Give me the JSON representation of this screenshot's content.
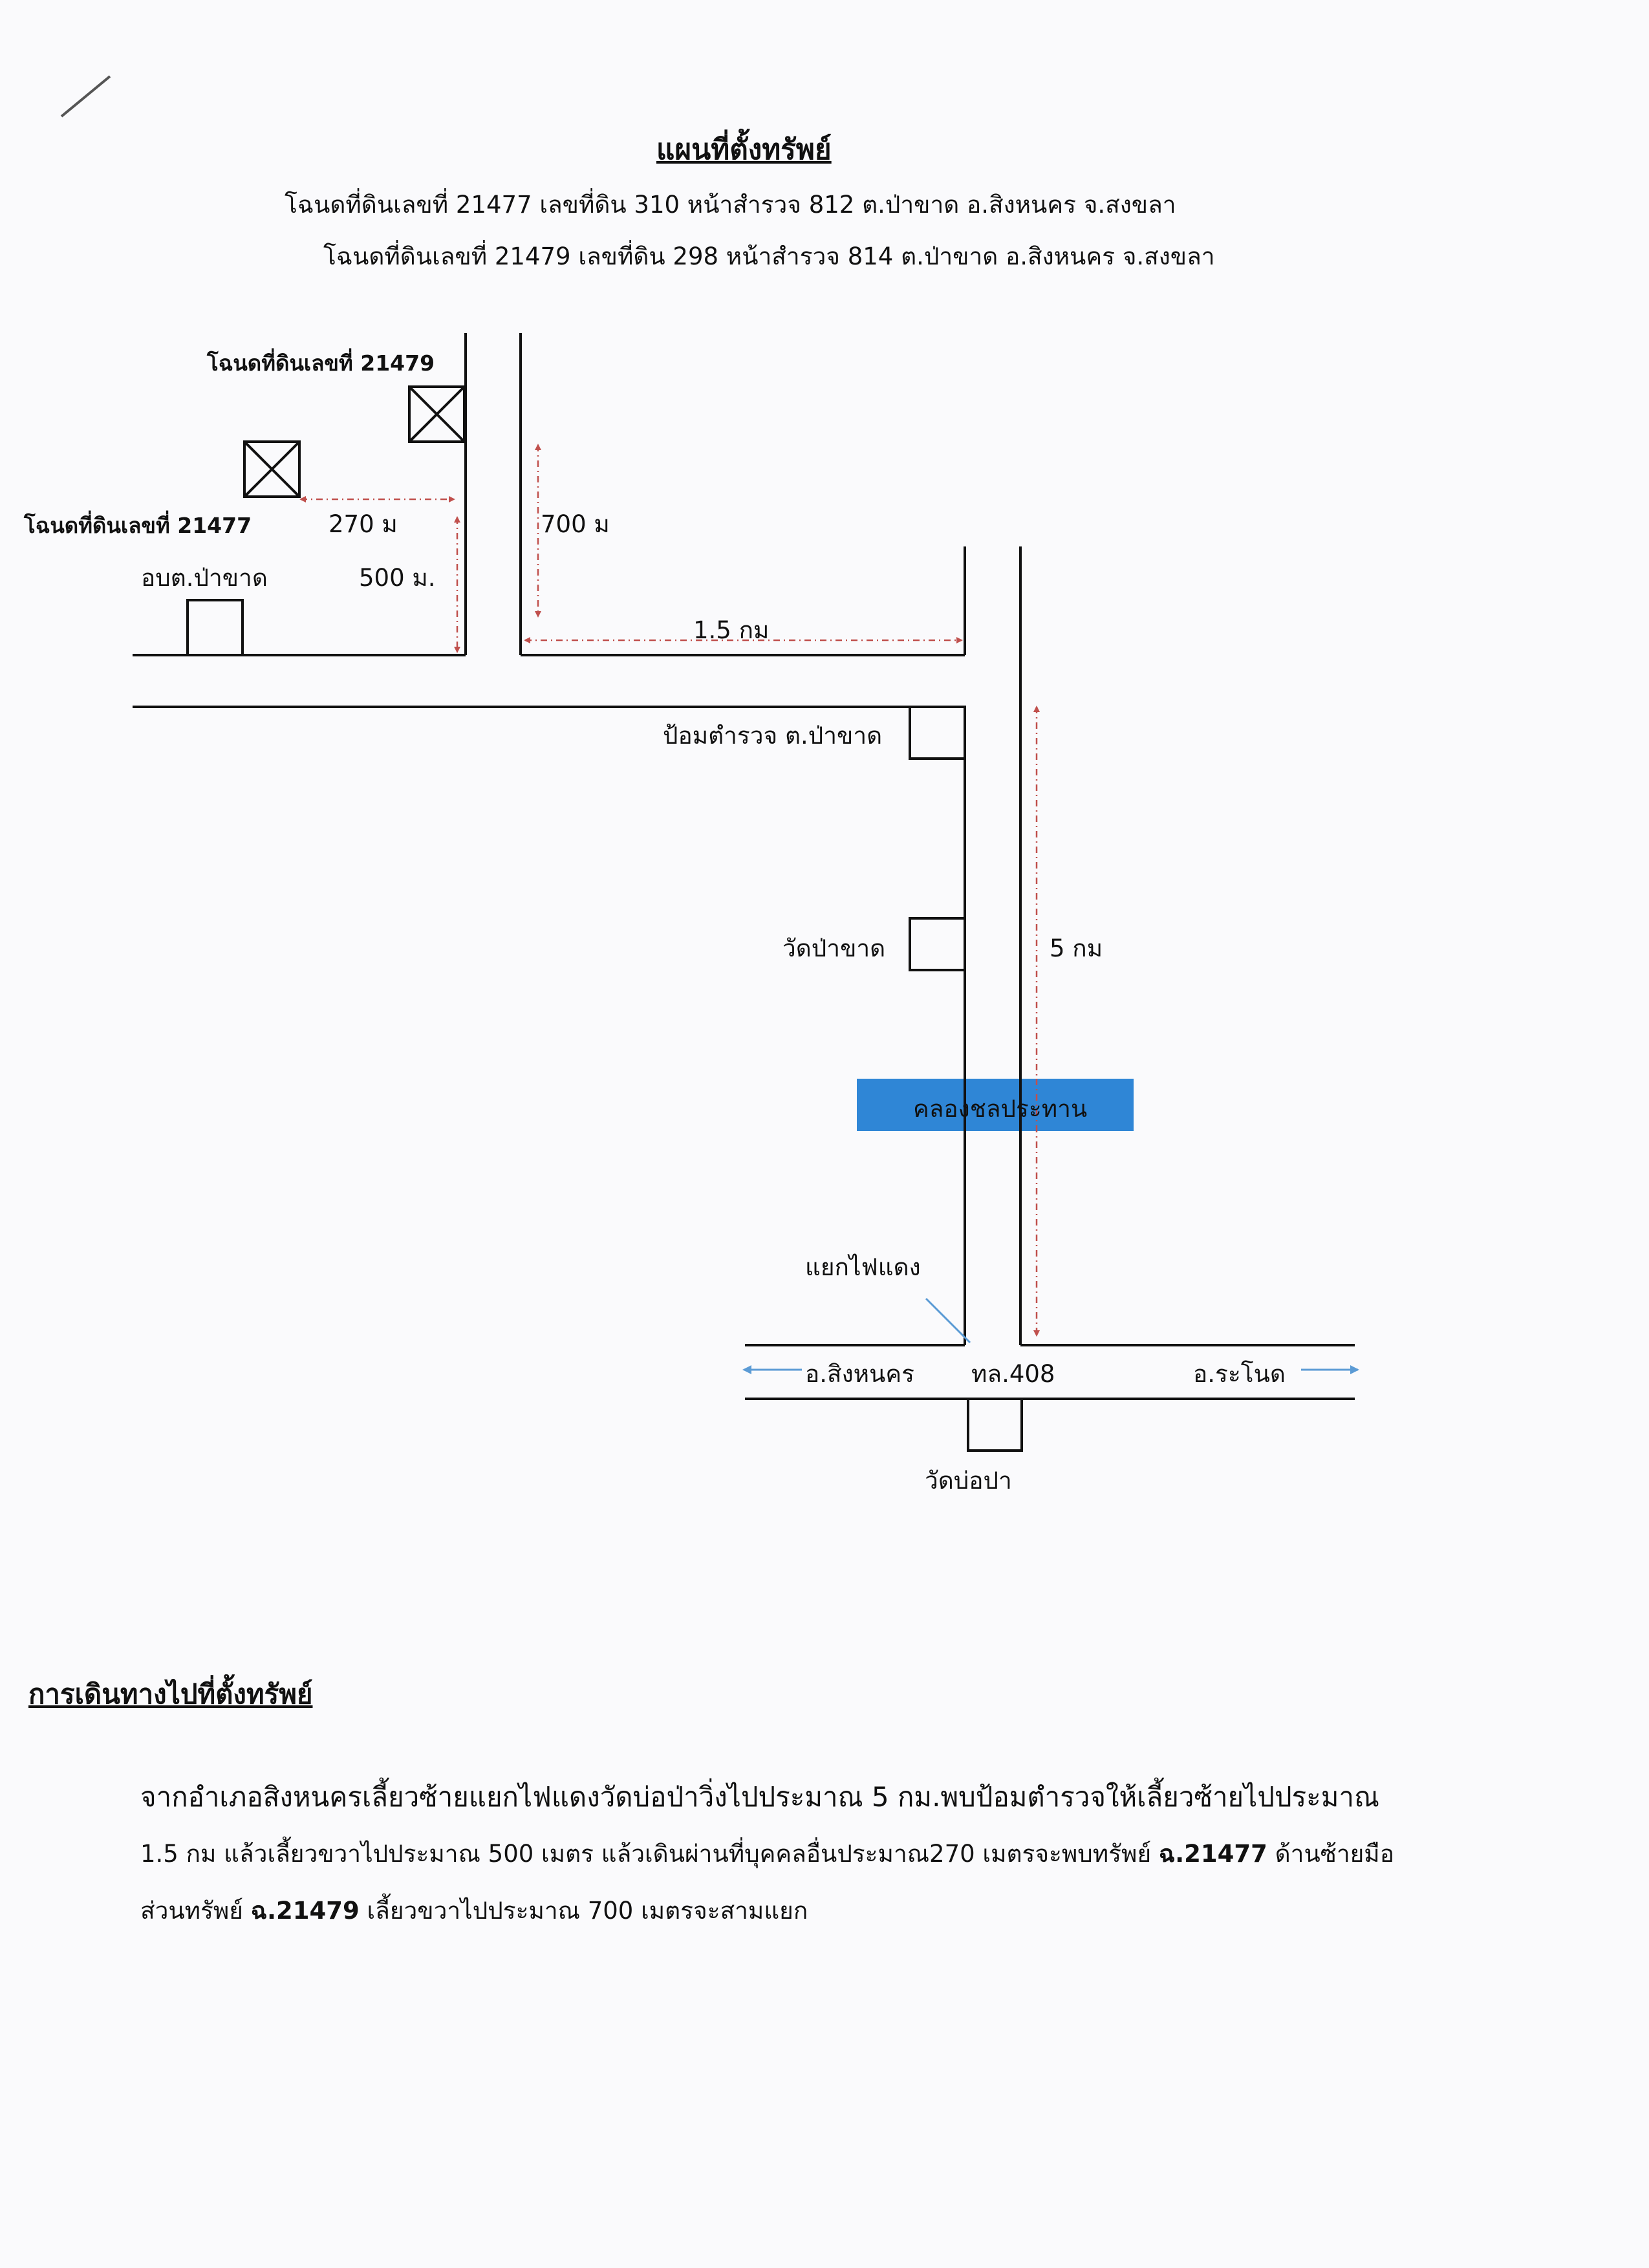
{
  "header": {
    "title": "แผนที่ตั้งทรัพย์",
    "line1": "โฉนดที่ดินเลขที่ 21477  เลขที่ดิน 310 หน้าสำรวจ 812 ต.ป่าขาด อ.สิงหนคร จ.สงขลา",
    "line2": "โฉนดที่ดินเลขที่ 21479 เลขที่ดิน 298 หน้าสำรวจ 814 ต.ป่าขาด อ.สิงหนคร จ.สงขลา"
  },
  "map": {
    "deed_21479": "โฉนดที่ดินเลขที่ 21479",
    "deed_21477": "โฉนดที่ดินเลขที่ 21477",
    "tambon_office": "อบต.ป่าขาด",
    "dist_270": "270 ม",
    "dist_500": "500 ม.",
    "dist_700": "700 ม",
    "dist_1_5km": "1.5 กม",
    "police_box": "ป้อมตำรวจ ต.ป่าขาด",
    "wat_pakhat": "วัดป่าขาด",
    "dist_5km": "5 กม",
    "canal": "คลองชลประทาน",
    "traffic_light": "แยกไฟแดง",
    "singhanakhon": "อ.สิงหนคร",
    "highway": "ทล.408",
    "ranot": "อ.ระโนด",
    "wat_bopa": "วัดบ่อปา"
  },
  "directions": {
    "heading": "การเดินทางไปที่ตั้งทรัพย์",
    "line1": "จากอำเภอสิงหนครเลี้ยวซ้ายแยกไฟแดงวัดบ่อป่าวิ่งไปประมาณ 5 กม.พบป้อมตำรวจให้เลี้ยวซ้ายไปประมาณ",
    "line2_a": "1.5 กม แล้วเลี้ยวขวาไปประมาณ 500 เมตร แล้วเดินผ่านที่บุคคลอื่นประมาณ270 เมตรจะพบทรัพย์ ",
    "line2_b": "ฉ.21477",
    "line2_c": " ด้านซ้ายมือ",
    "line3_a": "ส่วนทรัพย์ ",
    "line3_b": "ฉ.21479",
    "line3_c": " เลี้ยวขวาไปประมาณ 700 เมตรจะสามแยก"
  },
  "colors": {
    "road": "#111111",
    "distance_arrow": "#c0504d",
    "direction_arrow": "#5b9bd5",
    "canal_fill": "#2f86d6"
  }
}
